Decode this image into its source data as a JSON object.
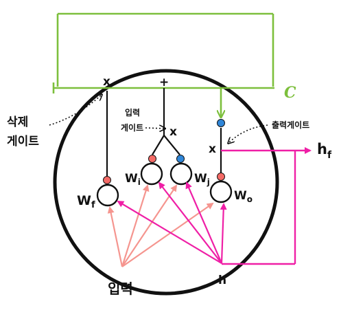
{
  "colors": {
    "cell_state": "#7cbf3c",
    "hidden_flow": "#ef1fa6",
    "input_flow": "#f5958f",
    "gate_dot_red": "#f46a66",
    "gate_dot_blue": "#2f86d8",
    "ink": "#111111"
  },
  "labels": {
    "cell_state": "C",
    "forget_gate_line1": "삭제",
    "forget_gate_line2": "게이트",
    "input_gate_line1": "입력",
    "input_gate_line2": "게이트",
    "output_gate": "출력게이트",
    "output_hf_main": "h",
    "output_hf_sub": "f",
    "hidden_input": "h",
    "input": "입력"
  },
  "operators": {
    "forget_multiply": "x",
    "add": "+",
    "input_multiply": "x",
    "output_multiply": "x"
  },
  "weights": {
    "forget": {
      "main": "W",
      "sub": "f"
    },
    "input_i": {
      "main": "W",
      "sub": "i"
    },
    "input_j": {
      "main": "W",
      "sub": "j"
    },
    "output": {
      "main": "W",
      "sub": "o"
    }
  },
  "gate_dot_colors": [
    "red",
    "red",
    "blue",
    "red",
    "blue"
  ]
}
